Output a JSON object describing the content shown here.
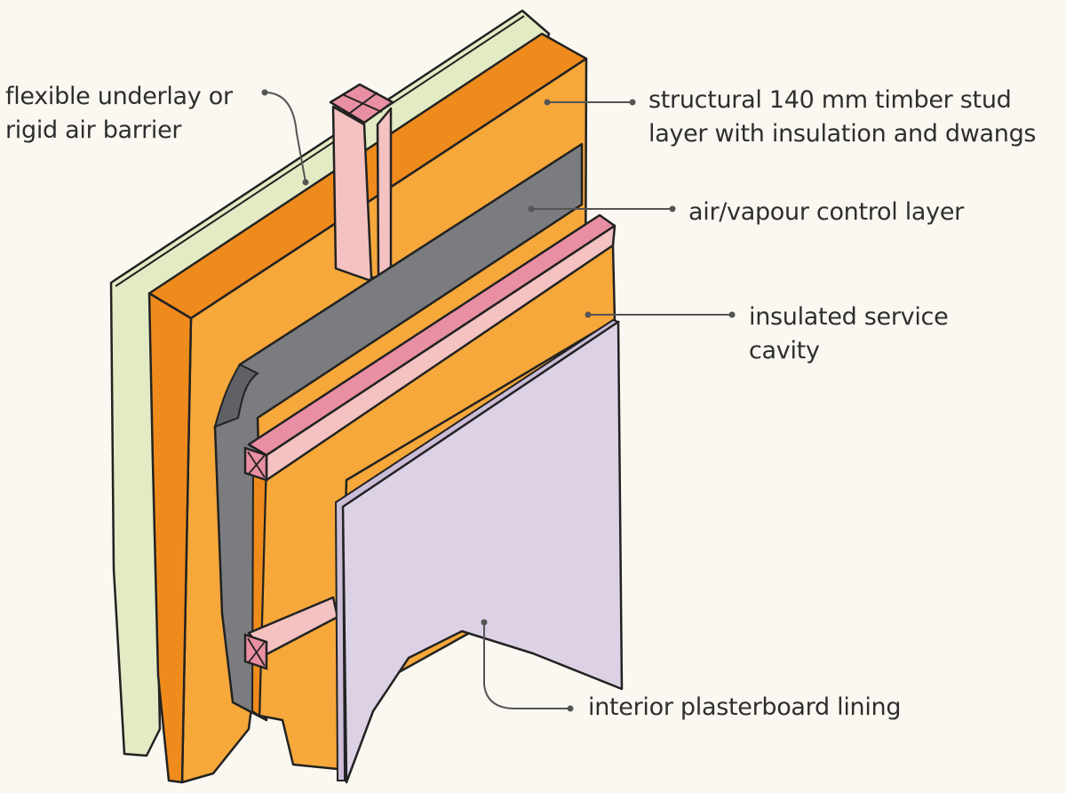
{
  "labels": {
    "underlay": [
      "flexible underlay or",
      "rigid air barrier"
    ],
    "structural": [
      "structural 140 mm timber stud",
      "layer with insulation and dwangs"
    ],
    "avcl": [
      "air/vapour control layer"
    ],
    "service": [
      "insulated service",
      "cavity"
    ],
    "lining": [
      "interior plasterboard lining"
    ]
  },
  "colors": {
    "background": "#fbf8f1",
    "underlay": "#e3ebc4",
    "insulation_front": "#f6a83a",
    "insulation_edge": "#ef8b1c",
    "air_vapour_layer": "#7a7c80",
    "timber": "#f3c2c1",
    "plasterboard": "#ddd1e6",
    "outline": "#222222",
    "leader": "#555555"
  }
}
